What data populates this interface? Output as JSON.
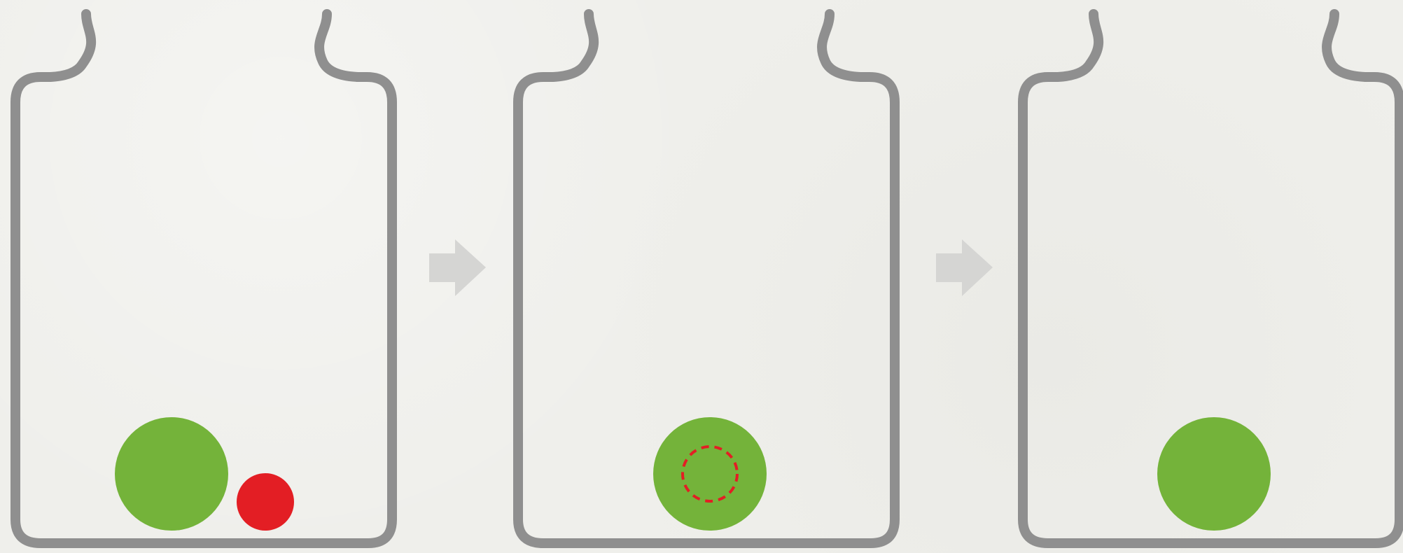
{
  "diagram": {
    "steps": [
      {
        "id": "step-1",
        "contents": [
          "large-green-cell",
          "small-red-cell"
        ]
      },
      {
        "id": "step-2",
        "contents": [
          "large-green-cell",
          "engulfed-red-cell-outline"
        ]
      },
      {
        "id": "step-3",
        "contents": [
          "large-green-cell"
        ]
      }
    ],
    "arrows": 2
  },
  "colors": {
    "background": "#efefeb",
    "jar_outline": "#8f8f8f",
    "green_cell": "#74b33a",
    "red_cell": "#e31e24",
    "arrow": "#d5d5d3"
  },
  "icons": [
    "jar-icon",
    "right-arrow-icon",
    "circle-icon",
    "dashed-circle-icon"
  ]
}
